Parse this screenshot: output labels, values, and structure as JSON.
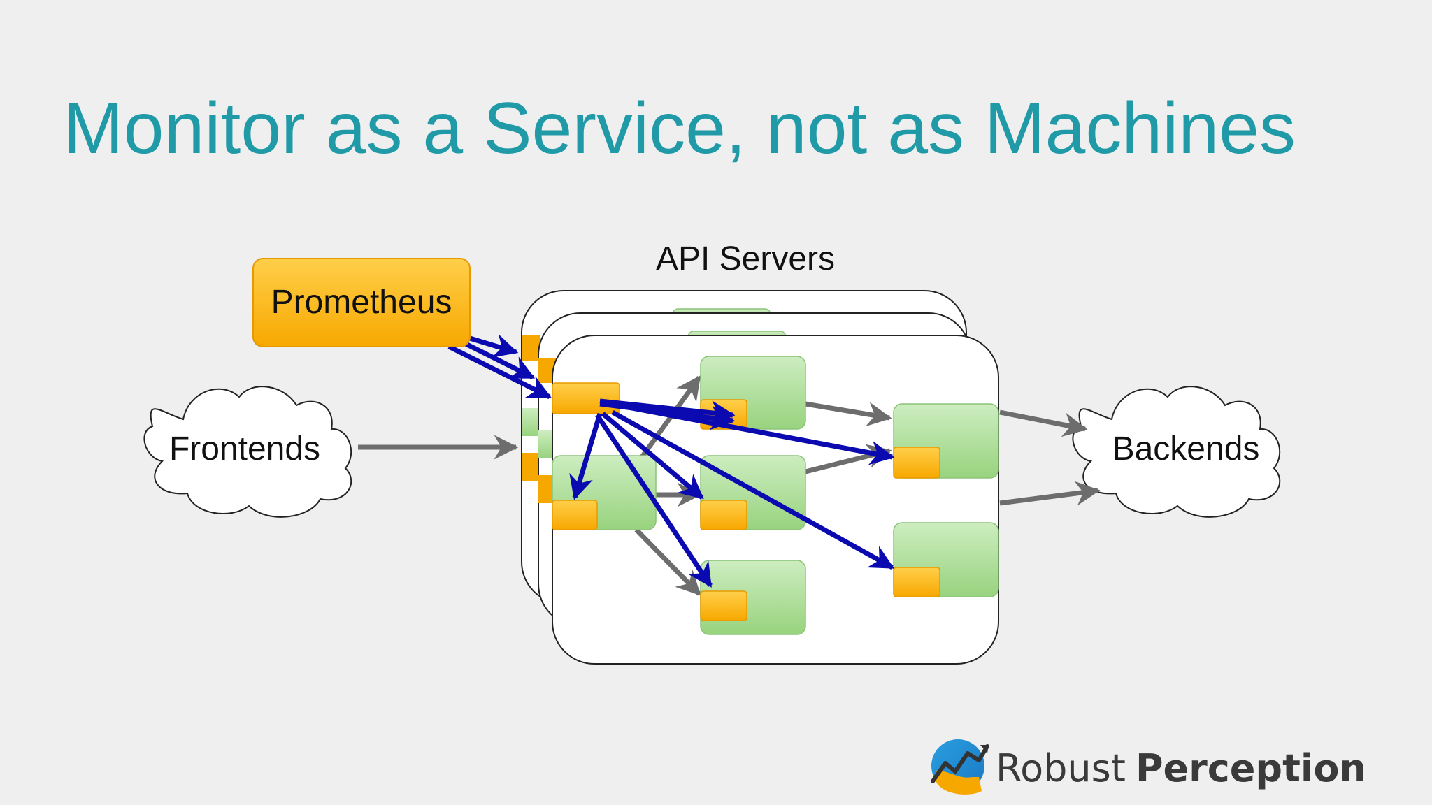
{
  "slide": {
    "title": "Monitor as a Service, not as Machines"
  },
  "diagram": {
    "group_label": "API Servers",
    "prometheus_label": "Prometheus",
    "frontends_label": "Frontends",
    "backends_label": "Backends"
  },
  "brand": {
    "name_light": "Robust",
    "name_bold": "Perception"
  },
  "colors": {
    "title": "#1f9aa6",
    "prometheus_fill": "#fbb00f",
    "component_fill": "#a6da8e",
    "exporter_fill": "#fbb00f",
    "scrape_arrow": "#0b0ab0",
    "traffic_arrow": "#6d6d6d",
    "background": "#efefef"
  }
}
